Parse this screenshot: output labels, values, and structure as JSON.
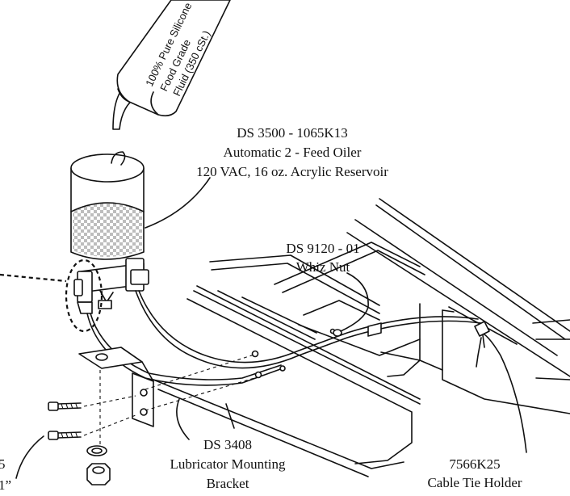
{
  "bottle": {
    "line1": "100% Pure Silicone",
    "line2": "Food Grade",
    "line3": "Fluid (350 cSt.)"
  },
  "oiler": {
    "part": "DS 3500 - 1065K13",
    "name": "Automatic 2 - Feed Oiler",
    "spec": "120 VAC, 16 oz. Acrylic Reservoir"
  },
  "whiz_nut": {
    "part": "DS 9120 - 01",
    "name": "Whiz Nut"
  },
  "bracket": {
    "part": "DS 3408",
    "name_line1": "Lubricator Mounting",
    "name_line2": "Bracket"
  },
  "cable_tie": {
    "part": "7566K25",
    "name": "Cable Tie Holder"
  },
  "left_label": {
    "top": "5",
    "bottom": "1”"
  }
}
